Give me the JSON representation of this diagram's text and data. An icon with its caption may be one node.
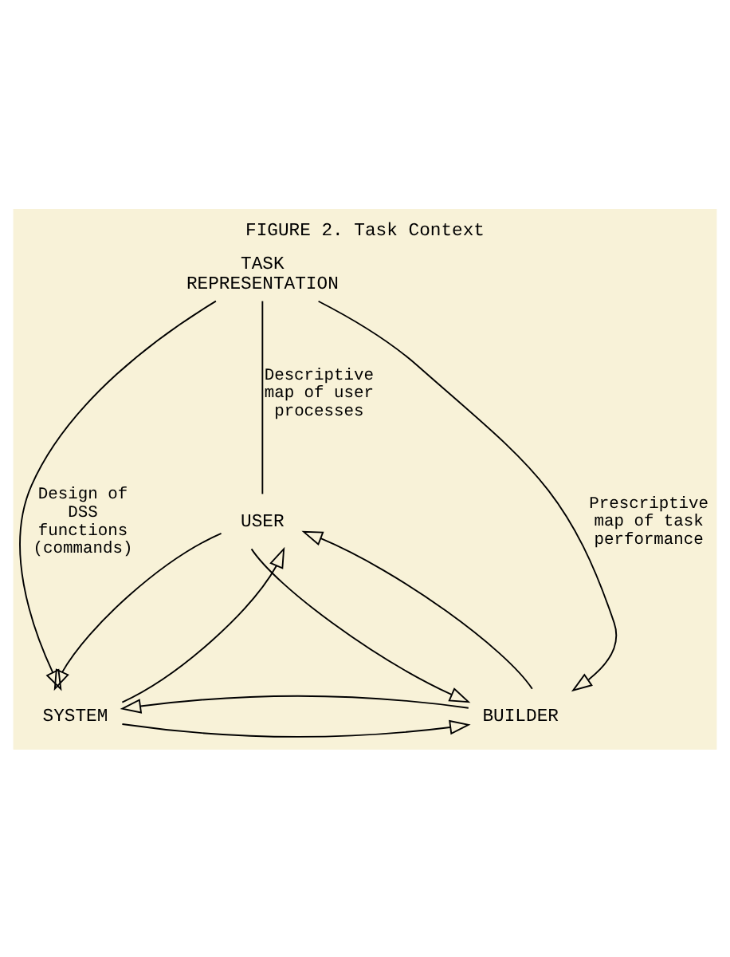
{
  "diagram": {
    "title": "FIGURE 2. Task Context",
    "nodes": [
      {
        "text": [
          "USER"
        ]
      },
      {
        "text": [
          "TASK REPRESENTATION"
        ]
      },
      {
        "text": [
          "SYSTEM"
        ]
      },
      {
        "text": [
          "BUILDER"
        ]
      }
    ],
    "edges": [
      {
        "from": 1,
        "to": 0,
        "arrow": "none",
        "label": "Descriptive map of user processes"
      },
      {
        "from": 1,
        "to": 2,
        "arrow": "to",
        "label": "Design of DSS functions (commands)"
      },
      {
        "from": 1,
        "to": 3,
        "arrow": "to",
        "label": "Prescriptive map of task performance"
      },
      {
        "from": 2,
        "to": 0,
        "arrow": "to"
      },
      {
        "from": 0,
        "to": 2,
        "arrow": "to"
      },
      {
        "from": 3,
        "to": 0,
        "arrow": "to"
      },
      {
        "from": 0,
        "to": 3,
        "arrow": "to"
      },
      {
        "from": 2,
        "to": 3,
        "arrow": "to"
      },
      {
        "from": 3,
        "to": 2,
        "arrow": "to"
      }
    ]
  }
}
